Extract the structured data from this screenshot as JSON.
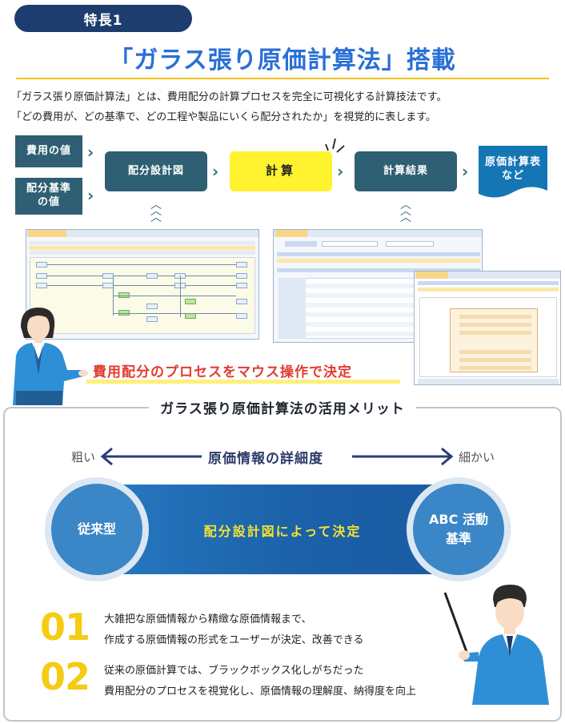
{
  "badge": "特長1",
  "title": "「ガラス張り原価計算法」搭載",
  "intro": [
    "「ガラス張り原価計算法」とは、費用配分の計算プロセスを完全に可視化する計算技法です。",
    "「どの費用が、どの基準で、どの工程や製品にいくら配分されたか」を視覚的に表します。"
  ],
  "flow": {
    "input1": "費用の値",
    "input2": "配分基準の値",
    "design": "配分設計図",
    "calc": "計算",
    "result": "計算結果",
    "output": "原価計算表など"
  },
  "mouse_label": "費用配分のプロセスをマウス操作で決定",
  "merits": {
    "title": "ガラス張り原価計算法の活用メリット",
    "scale_title": "原価情報の詳細度",
    "coarse": "粗い",
    "fine": "細かい",
    "left_circle": "従来型",
    "right_circle": "ABC 活動基準",
    "bar_text": "配分設計図によって決定",
    "items": [
      {
        "num": "01",
        "line1": "大雑把な原価情報から精緻な原価情報まで、",
        "line2": "作成する原価情報の形式をユーザーが決定、改善できる"
      },
      {
        "num": "02",
        "line1": "従来の原価計算では、ブラックボックス化しがちだった",
        "line2": "費用配分のプロセスを視覚化し、原価情報の理解度、納得度を向上"
      }
    ]
  },
  "colors": {
    "navy": "#1d3d6e",
    "title_blue": "#2a6fd6",
    "box_teal": "#2f5f73",
    "highlight_yellow": "#fff22e",
    "accent_red": "#e23b2e",
    "number_yellow": "#f4cc14"
  }
}
